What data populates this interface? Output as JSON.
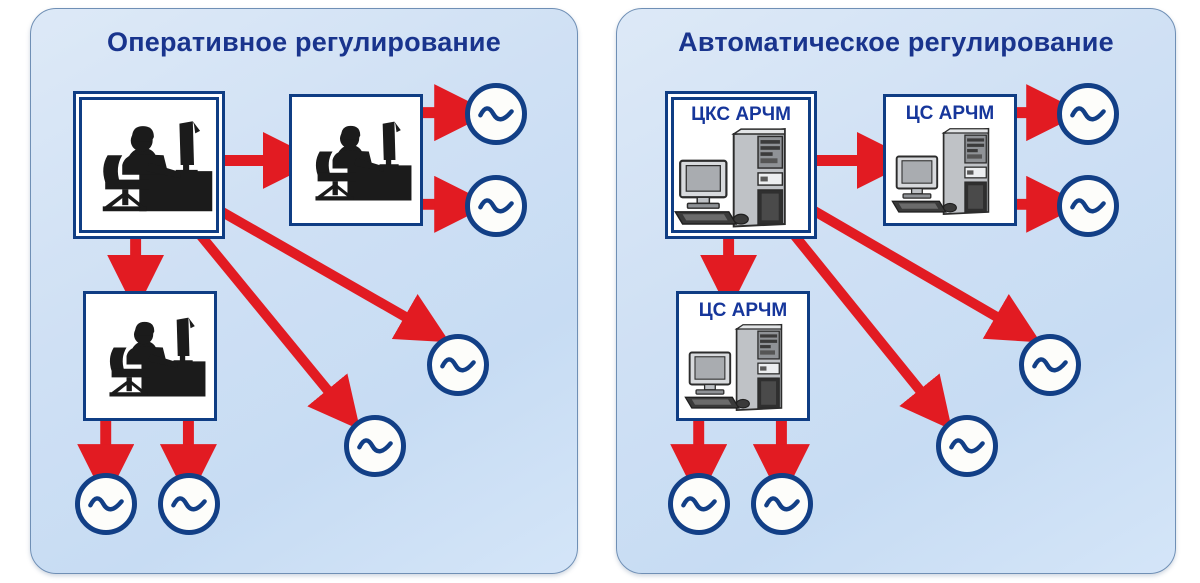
{
  "diagram": {
    "title_visible": false,
    "colors": {
      "panel_fill": "#cfe0f4",
      "panel_border": "#6f8fb5",
      "title_text": "#19348d",
      "box_border": "#0f3d84",
      "arrow_red": "#e21b22",
      "generator_blue": "#123f86",
      "node_label_text": "#16369b",
      "operator_silhouette": "#1b1b1b"
    }
  },
  "panels": [
    {
      "id": "operational",
      "title": "Оперативное регулирование",
      "nodes": [
        {
          "id": "op-node-1",
          "label": "",
          "icon": "operator-at-desk-icon",
          "border": "double"
        },
        {
          "id": "op-node-2",
          "label": "",
          "icon": "operator-at-desk-icon",
          "border": "single"
        },
        {
          "id": "op-node-3",
          "label": "",
          "icon": "operator-at-desk-icon",
          "border": "single"
        }
      ],
      "generators": [
        {
          "id": "op-gen-1",
          "symbol": "~"
        },
        {
          "id": "op-gen-2",
          "symbol": "~"
        },
        {
          "id": "op-gen-3",
          "symbol": "~"
        },
        {
          "id": "op-gen-4",
          "symbol": "~"
        },
        {
          "id": "op-gen-5",
          "symbol": "~"
        },
        {
          "id": "op-gen-6",
          "symbol": "~"
        }
      ],
      "arrows": [
        {
          "from": "op-node-1",
          "to": "op-node-2",
          "kind": "horizontal-right"
        },
        {
          "from": "op-node-1",
          "to": "op-node-3",
          "kind": "vertical-down"
        },
        {
          "from": "op-node-1",
          "to": "op-gen-3",
          "kind": "diagonal"
        },
        {
          "from": "op-node-1",
          "to": "op-gen-4",
          "kind": "diagonal"
        },
        {
          "from": "op-node-2",
          "to": "op-gen-1",
          "kind": "horizontal-right"
        },
        {
          "from": "op-node-2",
          "to": "op-gen-2",
          "kind": "horizontal-right"
        },
        {
          "from": "op-node-3",
          "to": "op-gen-5",
          "kind": "vertical-down"
        },
        {
          "from": "op-node-3",
          "to": "op-gen-6",
          "kind": "vertical-down"
        }
      ]
    },
    {
      "id": "automatic",
      "title": "Автоматическое регулирование",
      "nodes": [
        {
          "id": "au-node-1",
          "label": "ЦКС АРЧМ",
          "icon": "server-and-pc-icon",
          "border": "double"
        },
        {
          "id": "au-node-2",
          "label": "ЦС АРЧМ",
          "icon": "server-and-pc-icon",
          "border": "single"
        },
        {
          "id": "au-node-3",
          "label": "ЦС АРЧМ",
          "icon": "server-and-pc-icon",
          "border": "single"
        }
      ],
      "generators": [
        {
          "id": "au-gen-1",
          "symbol": "~"
        },
        {
          "id": "au-gen-2",
          "symbol": "~"
        },
        {
          "id": "au-gen-3",
          "symbol": "~"
        },
        {
          "id": "au-gen-4",
          "symbol": "~"
        },
        {
          "id": "au-gen-5",
          "symbol": "~"
        },
        {
          "id": "au-gen-6",
          "symbol": "~"
        }
      ],
      "arrows": [
        {
          "from": "au-node-1",
          "to": "au-node-2",
          "kind": "horizontal-right"
        },
        {
          "from": "au-node-1",
          "to": "au-node-3",
          "kind": "vertical-down"
        },
        {
          "from": "au-node-1",
          "to": "au-gen-3",
          "kind": "diagonal"
        },
        {
          "from": "au-node-1",
          "to": "au-gen-4",
          "kind": "diagonal"
        },
        {
          "from": "au-node-2",
          "to": "au-gen-1",
          "kind": "horizontal-right"
        },
        {
          "from": "au-node-2",
          "to": "au-gen-2",
          "kind": "horizontal-right"
        },
        {
          "from": "au-node-3",
          "to": "au-gen-5",
          "kind": "vertical-down"
        },
        {
          "from": "au-node-3",
          "to": "au-gen-6",
          "kind": "vertical-down"
        }
      ]
    }
  ]
}
